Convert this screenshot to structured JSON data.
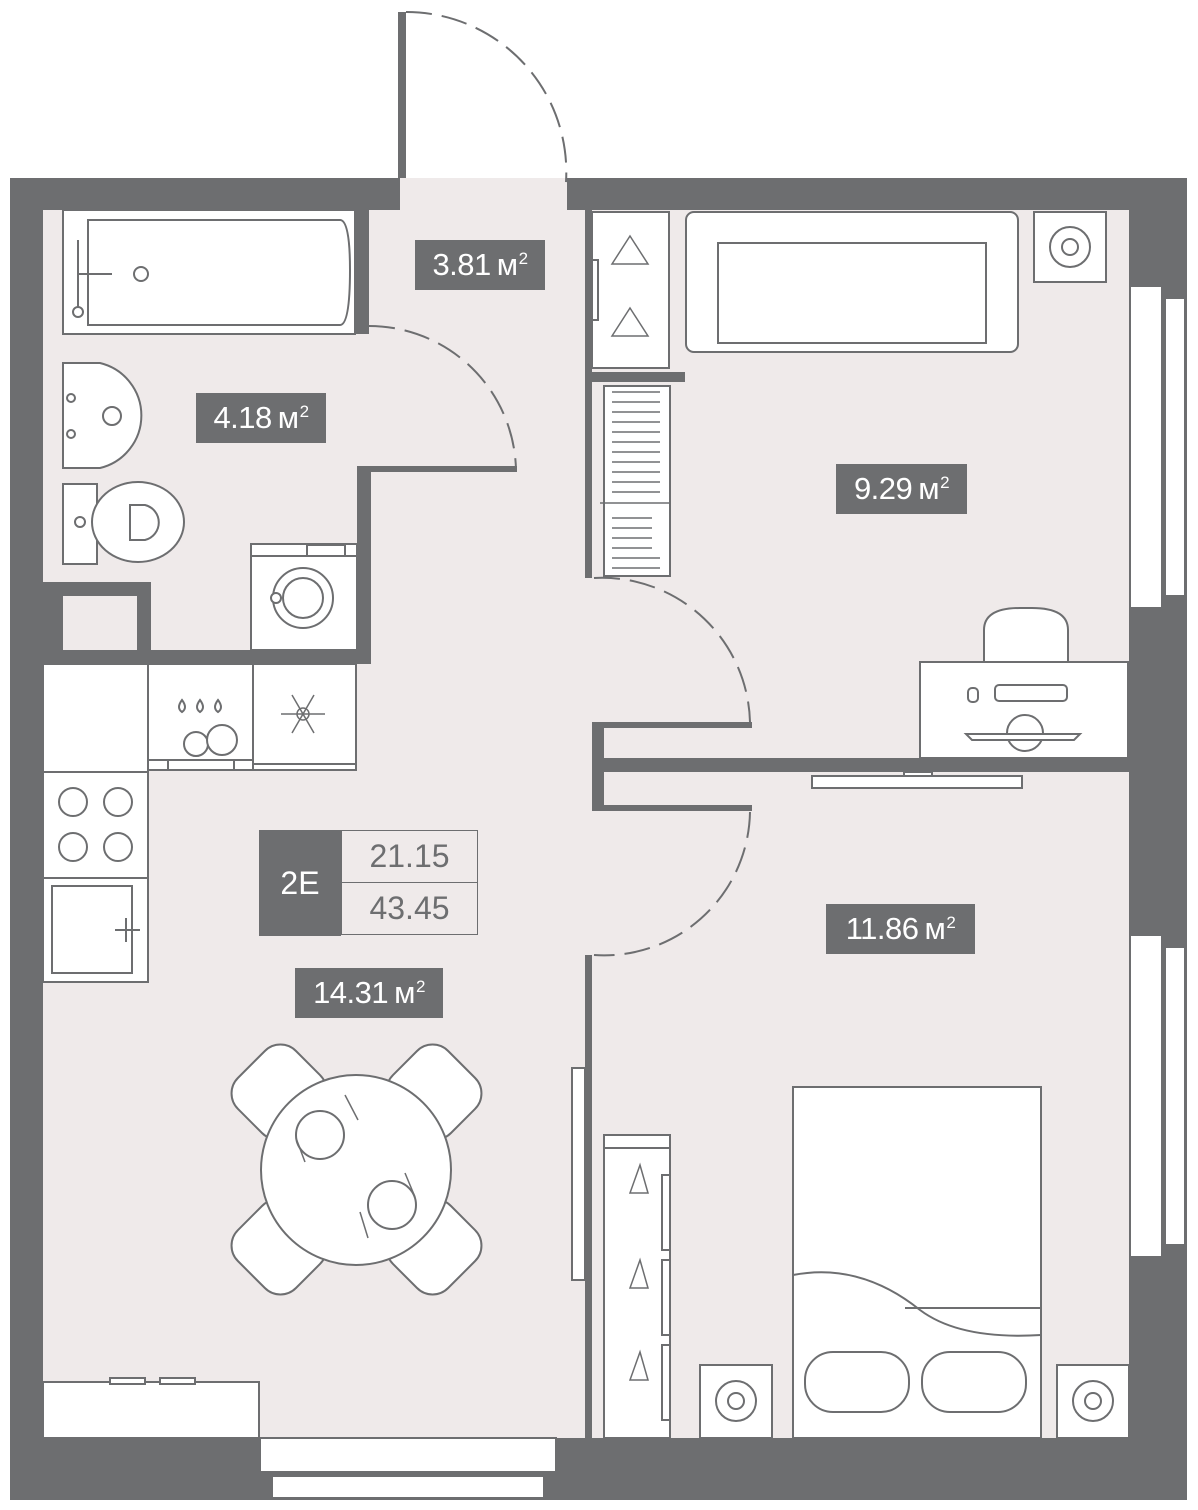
{
  "plan": {
    "apartment_code": "2E",
    "living_area": "21.15",
    "total_area": "43.45",
    "unit": "м",
    "unit_power": "2",
    "rooms": [
      {
        "id": "hall",
        "area": "3.81"
      },
      {
        "id": "bathroom",
        "area": "4.18"
      },
      {
        "id": "bedroom-small",
        "area": "9.29"
      },
      {
        "id": "bedroom-large",
        "area": "11.86"
      },
      {
        "id": "kitchen-living",
        "area": "14.31"
      }
    ]
  },
  "colors": {
    "wall": "#6d6e70",
    "floor": "#efeaea",
    "line": "#6d6e70",
    "background": "#ffffff"
  }
}
